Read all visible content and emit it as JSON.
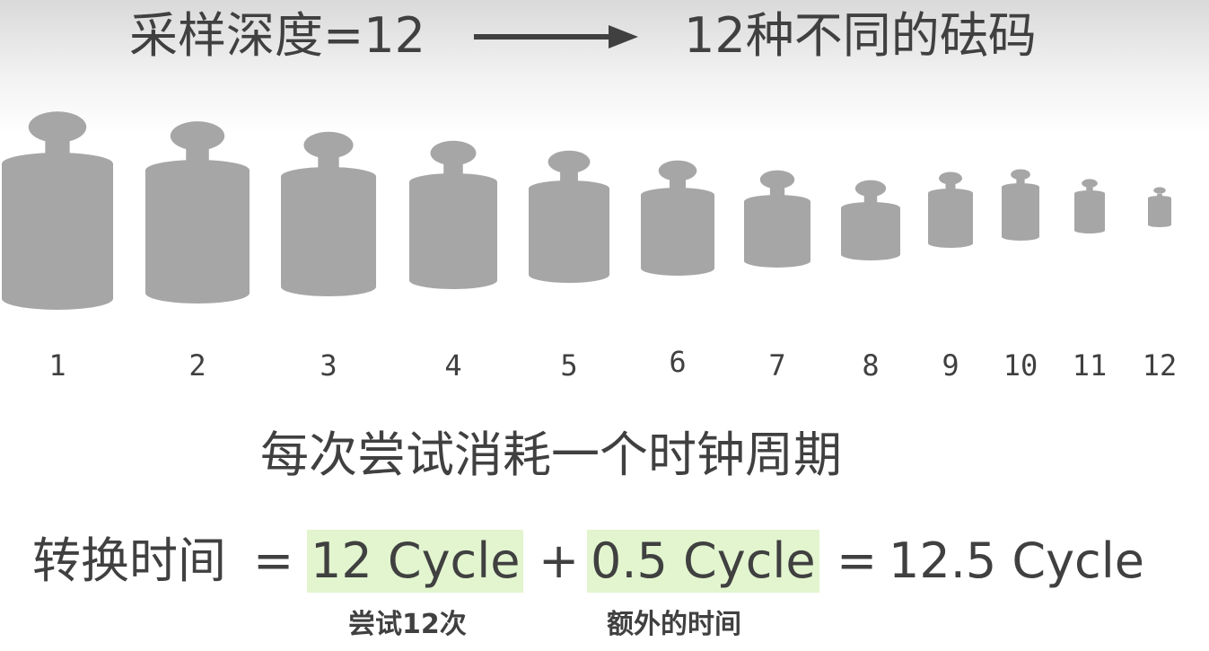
{
  "header": {
    "sampling_depth": "采样深度=12",
    "result": "12种不同的砝码"
  },
  "weights": {
    "color": "#a6a6a6",
    "labels": [
      "1",
      "2",
      "3",
      "4",
      "5",
      "6",
      "7",
      "8",
      "9",
      "10",
      "11",
      "12"
    ]
  },
  "cost_statement": "每次尝试消耗一个时钟周期",
  "formula": {
    "lhs": "转换时间",
    "eq1": "=",
    "term1": "12 Cycle",
    "plus": "+",
    "term2": "0.5 Cycle",
    "eq2": "=",
    "result": "12.5 Cycle",
    "highlight_color": "#e2f5cf"
  },
  "notes": {
    "term1": "尝试12次",
    "term2": "额外的时间"
  }
}
